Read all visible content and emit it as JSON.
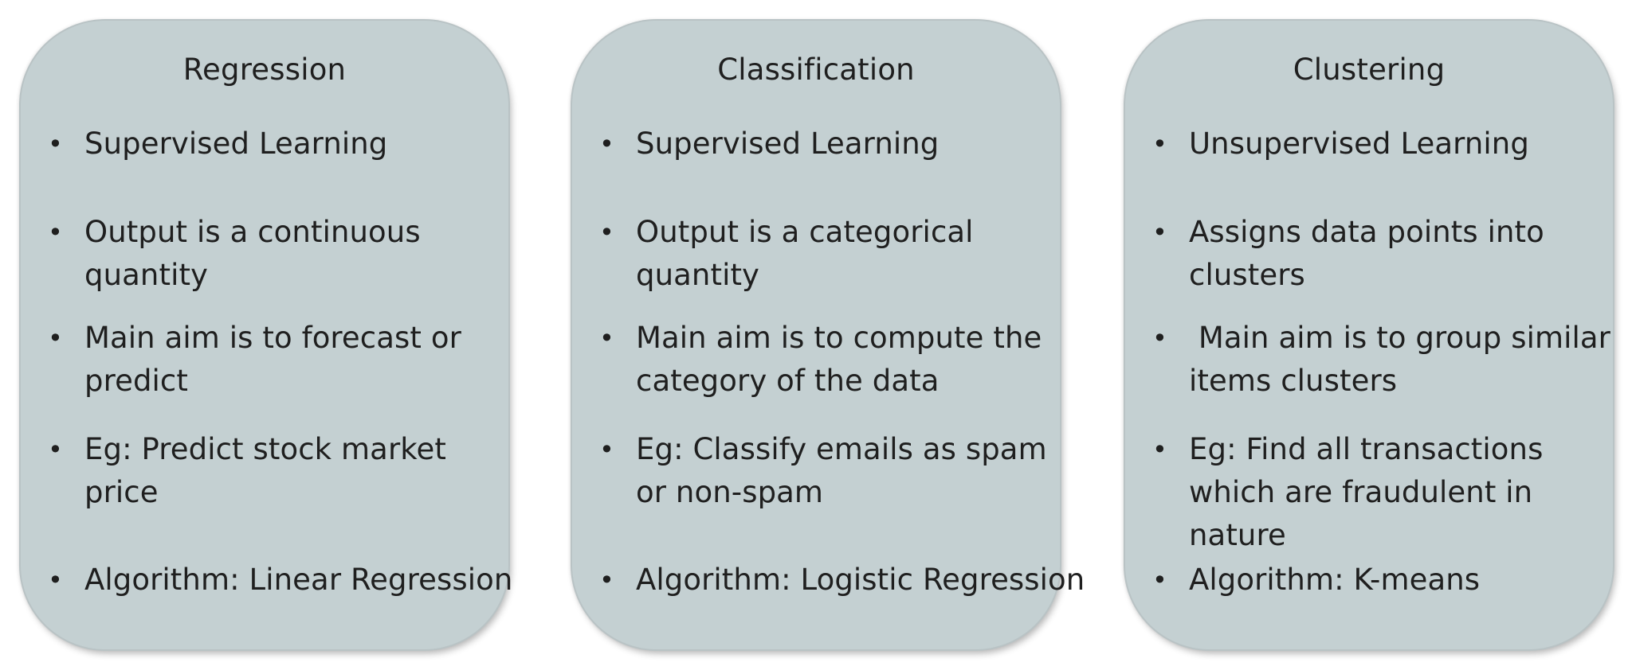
{
  "cards": [
    {
      "title": "Regression",
      "bullets": [
        {
          "lines": [
            "Supervised Learning"
          ]
        },
        {
          "lines": [
            "Output is a continuous",
            "quantity"
          ]
        },
        {
          "lines": [
            "Main aim is to forecast or",
            "predict"
          ]
        },
        {
          "lines": [
            "Eg: Predict stock market",
            "price"
          ]
        },
        {
          "lines": [
            "Algorithm: Linear Regression"
          ]
        }
      ]
    },
    {
      "title": "Classification",
      "bullets": [
        {
          "lines": [
            "Supervised Learning"
          ]
        },
        {
          "lines": [
            "Output is a categorical",
            "quantity"
          ]
        },
        {
          "lines": [
            "Main aim is to compute the",
            "category of the data"
          ]
        },
        {
          "lines": [
            "Eg: Classify emails as spam",
            "or non-spam"
          ]
        },
        {
          "lines": [
            "Algorithm: Logistic Regression"
          ]
        }
      ]
    },
    {
      "title": "Clustering",
      "bullets": [
        {
          "lines": [
            "Unsupervised Learning"
          ]
        },
        {
          "lines": [
            "Assigns data points into",
            "clusters"
          ]
        },
        {
          "lines": [
            " Main aim is to group similar",
            "items clusters"
          ]
        },
        {
          "lines": [
            "Eg: Find all transactions",
            "which are fraudulent in",
            "nature"
          ]
        },
        {
          "lines": [
            "Algorithm: K-means"
          ]
        }
      ]
    }
  ],
  "colors": {
    "card_fill": "#c4d0d2",
    "text": "#1f1f1f"
  },
  "bullet_glyph": "•"
}
